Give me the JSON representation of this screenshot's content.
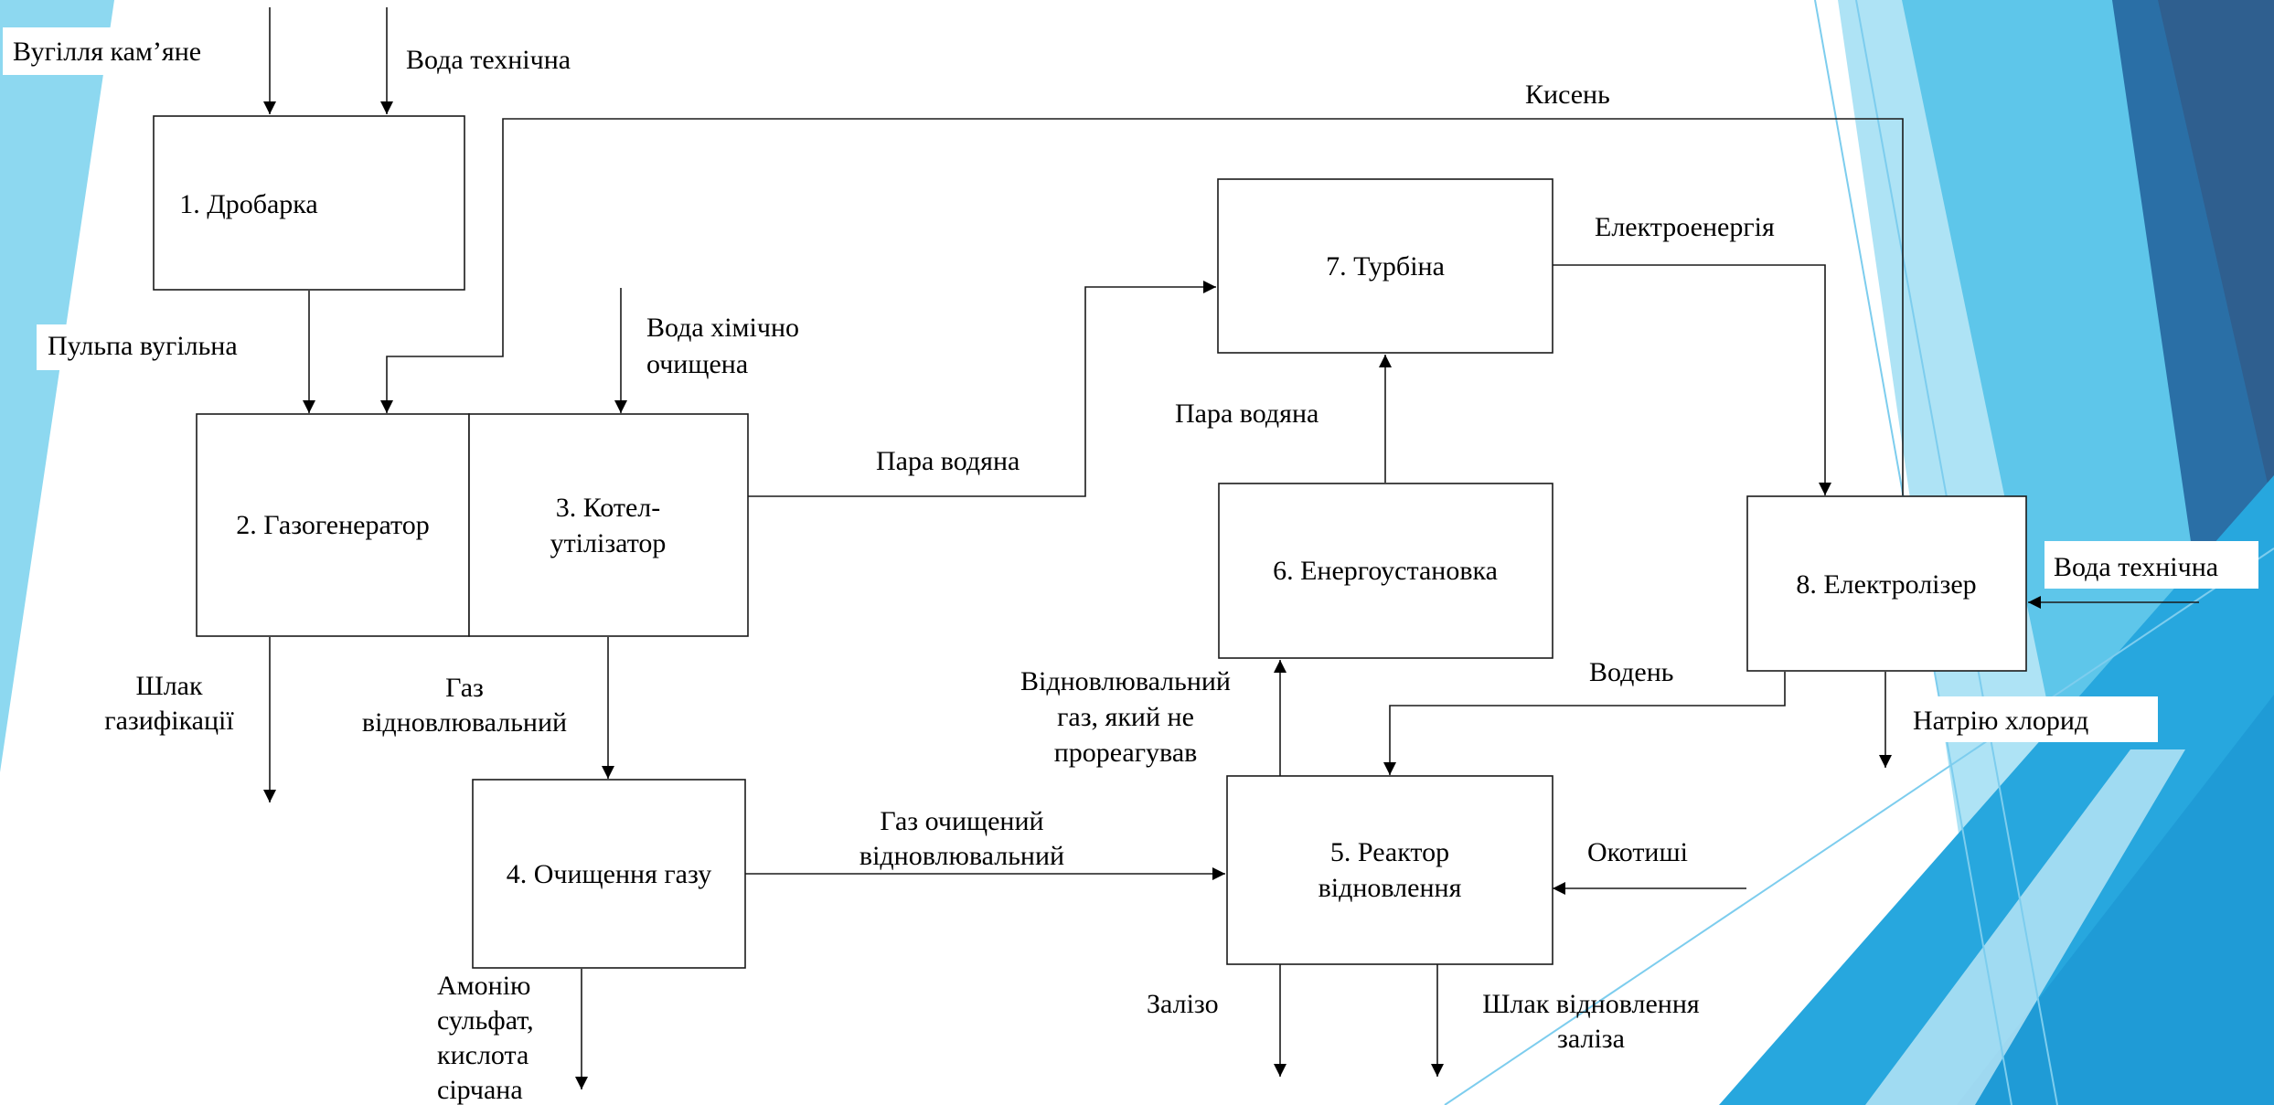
{
  "colors": {
    "accent_light": "#8dd8f0",
    "accent_mid": "#5ec6ea",
    "accent_blue": "#27a7de",
    "accent_dark": "#2a6fa6"
  },
  "blocks": {
    "b1": "1. Дробарка",
    "b2": "2. Газогенератор",
    "b3": [
      "3. Котел-",
      "утілізатор"
    ],
    "b4": "4. Очищення газу",
    "b5": [
      "5. Реактор",
      "відновлення"
    ],
    "b6": "6. Енергоустановка",
    "b7": "7. Турбіна",
    "b8": "8. Електролізер"
  },
  "flows": {
    "coal": "Вугілля кам’яне",
    "water_tech_top": "Вода технічна",
    "oxygen": "Кисень",
    "electricity": "Електроенергія",
    "coal_pulp": "Пульпа вугільна",
    "water_chem": [
      "Вода хімічно",
      "очищена"
    ],
    "steam_3": "Пара водяна",
    "steam_6": "Пара водяна",
    "water_tech_right": "Вода технічна",
    "slag_gas": [
      "Шлак",
      "газифікації"
    ],
    "reducing_gas": [
      "Газ",
      "відновлювальний"
    ],
    "unreacted_gas": [
      "Відновлювальний",
      "газ, який не",
      "прореагував"
    ],
    "hydrogen": "Водень",
    "sodium_chloride": "Натрію хлорид",
    "clean_gas": [
      "Газ очищений",
      "відновлювальний"
    ],
    "pellets": "Окотиші",
    "ammonium": [
      "Амонію",
      "сульфат,",
      "кислота",
      "сірчана"
    ],
    "iron": "Залізо",
    "slag_iron": [
      "Шлак відновлення",
      "заліза"
    ]
  }
}
